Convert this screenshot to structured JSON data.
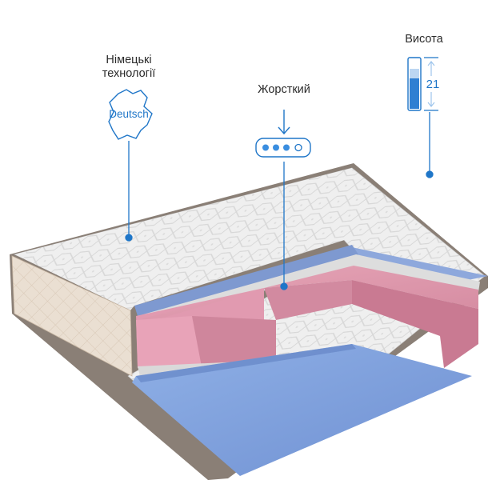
{
  "features": {
    "german": {
      "label_line1": "Німецькі",
      "label_line2": "технології",
      "badge_text": "Deutsch",
      "icon": "germany-map-icon"
    },
    "firmness": {
      "label": "Жорсткий",
      "icon": "firmness-scale-icon",
      "level": 3,
      "max_level": 4
    },
    "height": {
      "label": "Висота",
      "value": "21",
      "icon": "height-ruler-icon"
    }
  },
  "colors": {
    "accent": "#1f76c8",
    "foam_blue": "#7f9fd8",
    "foam_pink": "#d98fa5",
    "cover": "#eeeeee",
    "side_border": "#e6d8c9"
  }
}
